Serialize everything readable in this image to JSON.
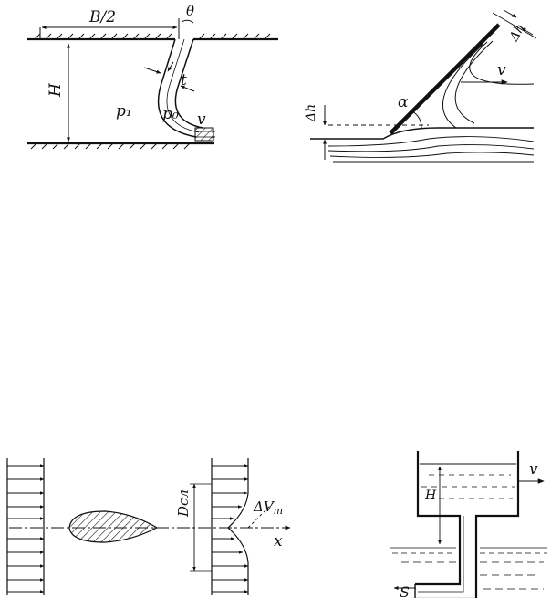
{
  "figures": {
    "jet_wall": {
      "labels": {
        "half_width": "B/2",
        "angle": "θ",
        "height": "H",
        "thickness": "t",
        "pressure_in": "p₁",
        "pressure_out": "p₀",
        "velocity": "v"
      }
    },
    "plate": {
      "labels": {
        "rise": "Δh",
        "rise_top": "Δh",
        "angle": "α",
        "velocity": "v"
      }
    },
    "airfoil": {
      "labels": {
        "wake_width": "Dсл",
        "velocity_deficit": "ΔV",
        "velocity_deficit_sub": "m",
        "axis": "x"
      }
    },
    "siphon": {
      "labels": {
        "height": "H",
        "velocity": "v",
        "area": "S"
      }
    }
  }
}
